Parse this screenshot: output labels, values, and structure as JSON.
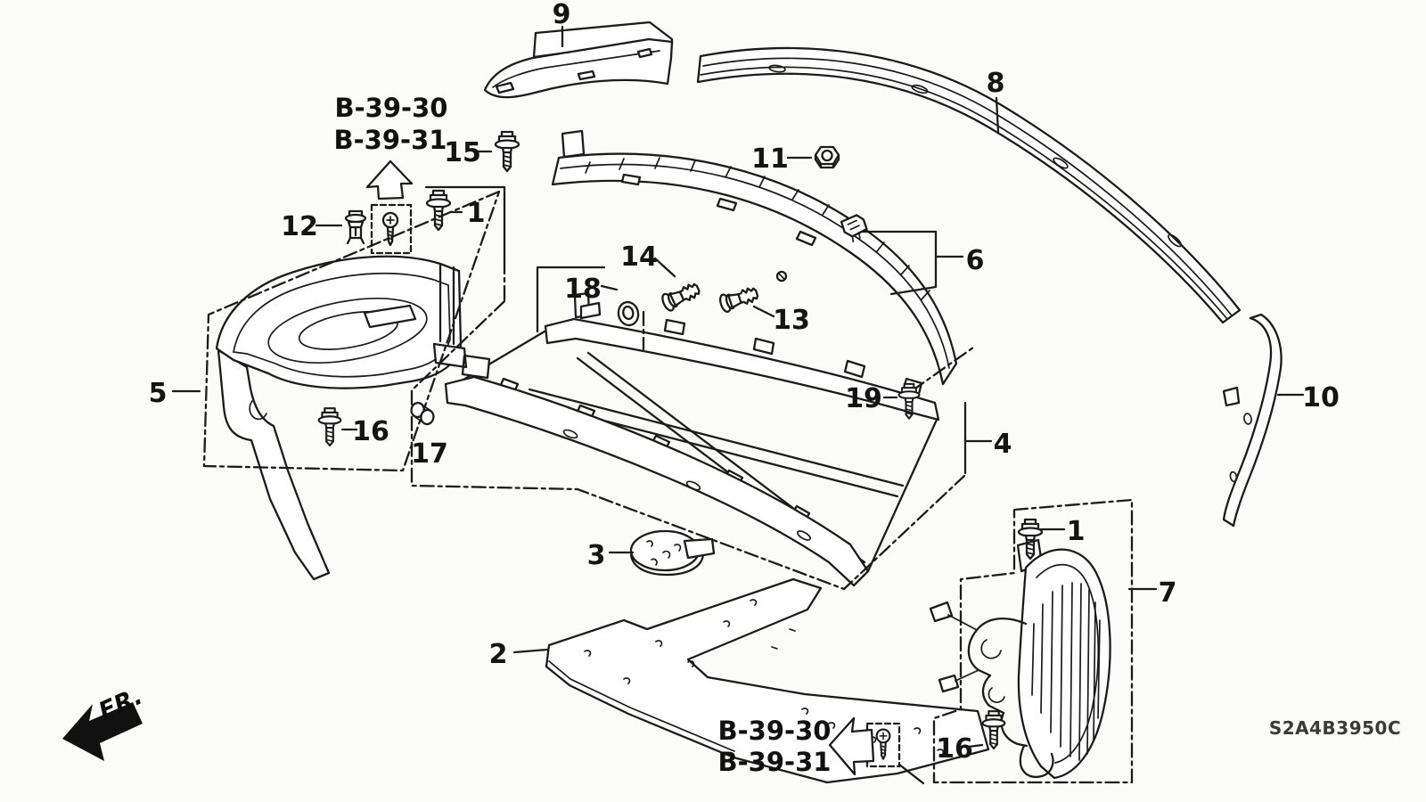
{
  "diagram": {
    "code": "S2A4B3950C",
    "direction_label": "FR.",
    "colors": {
      "ink": "#1b1b1b",
      "background": "#fbfbfa"
    },
    "reference_blocks": {
      "top": {
        "line1": "B-39-30",
        "line2": "B-39-31"
      },
      "bottom": {
        "line1": "B-39-30",
        "line2": "B-39-31"
      }
    },
    "callouts": {
      "c1_top": "1",
      "c1_right": "1",
      "c2": "2",
      "c3": "3",
      "c4": "4",
      "c5": "5",
      "c6": "6",
      "c7": "7",
      "c8": "8",
      "c9": "9",
      "c10": "10",
      "c11": "11",
      "c12": "12",
      "c13": "13",
      "c14": "14",
      "c15": "15",
      "c16_left": "16",
      "c16_right": "16",
      "c17": "17",
      "c18": "18",
      "c19": "19"
    }
  }
}
